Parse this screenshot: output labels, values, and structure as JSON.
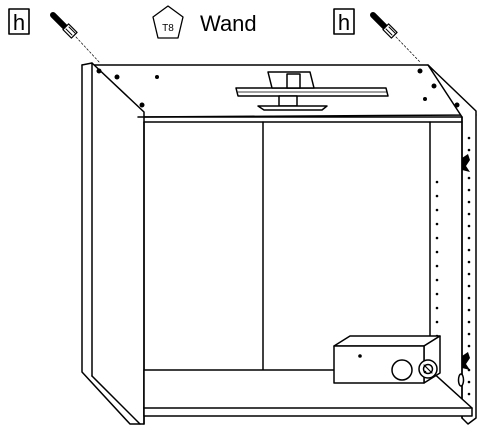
{
  "labels": {
    "part_left": "h",
    "part_right": "h",
    "tool": "T8",
    "surface": "Wand"
  }
}
